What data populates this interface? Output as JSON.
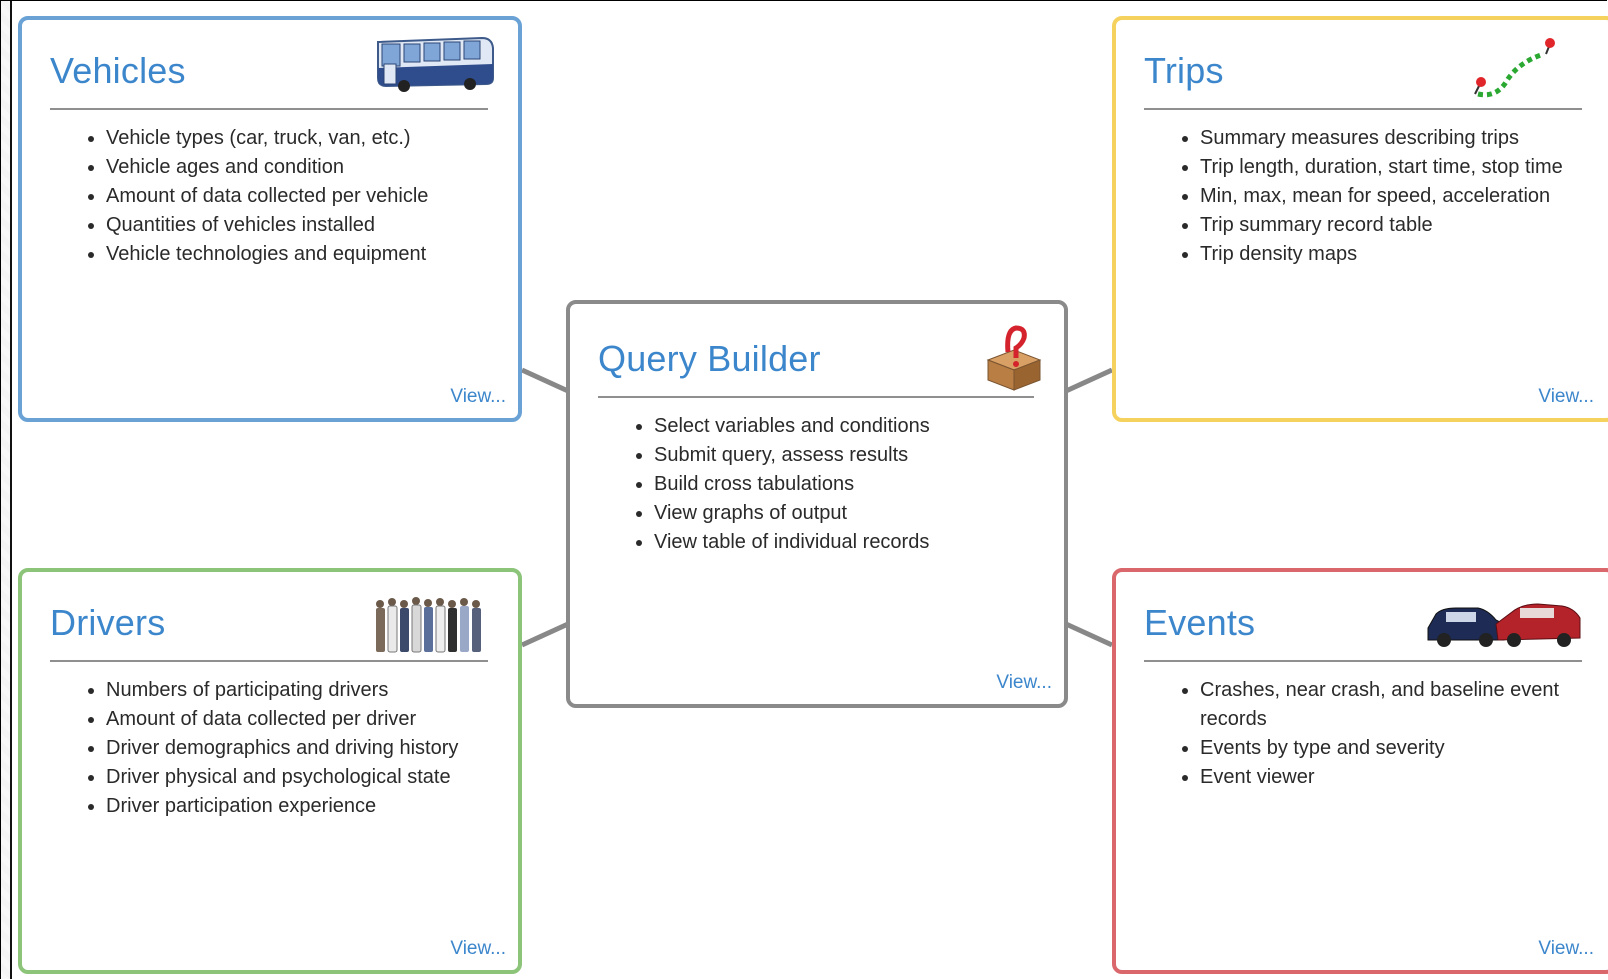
{
  "colors": {
    "title": "#3c86cc",
    "vehicles_border": "#6aa2d6",
    "trips_border": "#f5d25e",
    "drivers_border": "#8cc47a",
    "events_border": "#d9676b",
    "query_border": "#8a8a8a"
  },
  "vehicles": {
    "title": "Vehicles",
    "icon": "bus-icon",
    "items": [
      "Vehicle types (car, truck, van, etc.)",
      "Vehicle ages and condition",
      "Amount of data collected per vehicle",
      "Quantities of vehicles installed",
      "Vehicle technologies and equipment"
    ],
    "view": "View..."
  },
  "trips": {
    "title": "Trips",
    "icon": "route-pins-icon",
    "items": [
      "Summary measures describing trips",
      "Trip length, duration, start time, stop time",
      "Min, max, mean for speed, acceleration",
      "Trip summary record table",
      "Trip density maps"
    ],
    "view": "View..."
  },
  "query": {
    "title": "Query Builder",
    "icon": "question-box-icon",
    "items": [
      "Select variables and conditions",
      "Submit query, assess results",
      "Build cross tabulations",
      "View graphs of output",
      "View table of individual records"
    ],
    "view": "View..."
  },
  "drivers": {
    "title": "Drivers",
    "icon": "people-group-icon",
    "items": [
      "Numbers of participating drivers",
      "Amount of data collected per driver",
      "Driver demographics and driving history",
      "Driver physical and psychological state",
      "Driver participation experience"
    ],
    "view": "View..."
  },
  "events": {
    "title": "Events",
    "icon": "car-crash-icon",
    "items": [
      "Crashes, near crash, and baseline event records",
      "Events by type and severity",
      "Event viewer"
    ],
    "view": "View..."
  }
}
